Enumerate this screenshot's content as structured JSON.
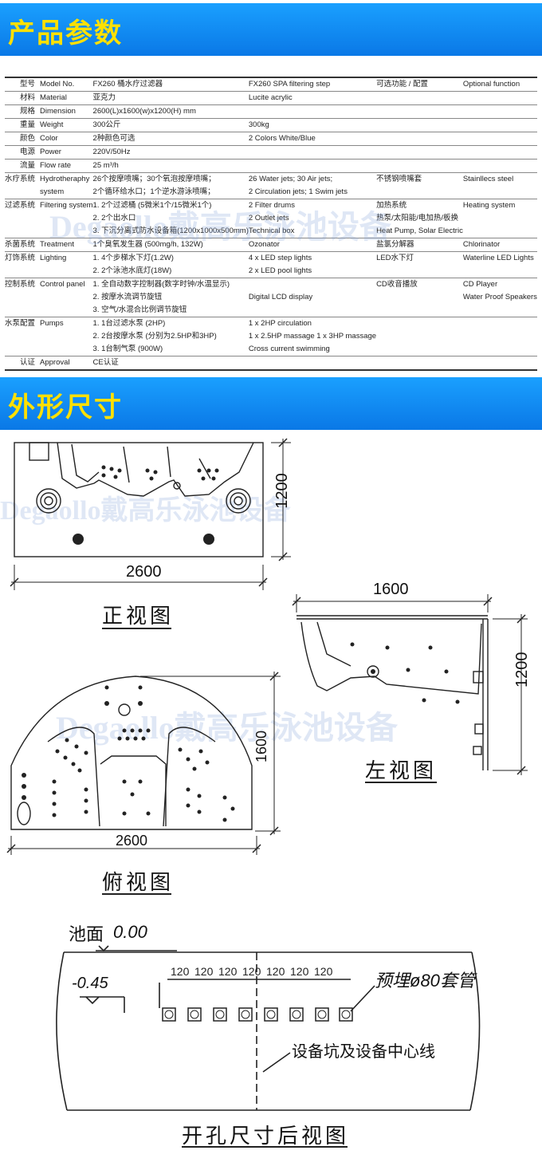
{
  "sections": {
    "params_title": "产品参数",
    "shape_title": "外形尺寸"
  },
  "spec_rows": [
    {
      "cn": "型号",
      "en": "Model No.",
      "val_cn": "FX260 桶水疗过滤器",
      "val_en": "FX260 SPA filtering step",
      "opt_cn": "可选功能 / 配置",
      "opt_en": "Optional function",
      "group_end": true,
      "top": true
    },
    {
      "cn": "材料",
      "en": "Material",
      "val_cn": "亚克力",
      "val_en": "Lucite acrylic",
      "opt_cn": "",
      "opt_en": "",
      "group_end": true
    },
    {
      "cn": "规格",
      "en": "Dimension",
      "val_cn": "2600(L)x1600(w)x1200(H) mm",
      "val_en": "",
      "opt_cn": "",
      "opt_en": "",
      "group_end": true
    },
    {
      "cn": "重量",
      "en": "Weight",
      "val_cn": "300公斤",
      "val_en": "300kg",
      "opt_cn": "",
      "opt_en": "",
      "group_end": true
    },
    {
      "cn": "颜色",
      "en": "Color",
      "val_cn": "2种颜色可选",
      "val_en": "2 Colors  White/Blue",
      "opt_cn": "",
      "opt_en": "",
      "group_end": true
    },
    {
      "cn": "电源",
      "en": "Power",
      "val_cn": "220V/50Hz",
      "val_en": "",
      "opt_cn": "",
      "opt_en": "",
      "group_end": true
    },
    {
      "cn": "流量",
      "en": "Flow rate",
      "val_cn": "25 m³/h",
      "val_en": "",
      "opt_cn": "",
      "opt_en": "",
      "group_end": true
    },
    {
      "cn": "水疗系统",
      "en": "Hydrotheraphy",
      "val_cn": "26个按摩喷嘴；30个氧泡按摩喷嘴；",
      "val_en": "26 Water jets; 30 Air jets;",
      "opt_cn": "不锈钢喷嘴套",
      "opt_en": "Stainllecs steel",
      "group_end": false
    },
    {
      "cn": "",
      "en": "system",
      "val_cn": "2个循环给水口；1个逆水游泳喷嘴；",
      "val_en": "2 Circulation jets; 1 Swim jets",
      "opt_cn": "",
      "opt_en": "",
      "group_end": true
    },
    {
      "cn": "过滤系统",
      "en": "Filtering system",
      "val_cn": "1. 2个过滤桶 (5微米1个/15微米1个)",
      "val_en": "2 Filter drums",
      "opt_cn": "加热系统",
      "opt_en": "Heating system",
      "group_end": false
    },
    {
      "cn": "",
      "en": "",
      "val_cn": "2. 2个出水口",
      "val_en": "2 Outlet jets",
      "opt_cn": "热泵/太阳能/电加热/板换",
      "opt_en": "",
      "group_end": false
    },
    {
      "cn": "",
      "en": "",
      "val_cn": "3. 下沉分离式防水设备箱(1200x1000x500mm)",
      "val_en": "Technical box",
      "opt_cn": "Heat Pump, Solar Electric",
      "opt_en": "",
      "group_end": true
    },
    {
      "cn": "杀菌系统",
      "en": "Treatment",
      "val_cn": "1个臭氧发生器 (500mg/h, 132W)",
      "val_en": "Ozonator",
      "opt_cn": "盐氯分解器",
      "opt_en": "Chlorinator",
      "group_end": true
    },
    {
      "cn": "灯饰系统",
      "en": "Lighting",
      "val_cn": "1. 4个步梯水下灯(1.2W)",
      "val_en": "4 x LED step lights",
      "opt_cn": "LED水下灯",
      "opt_en": "Waterline LED Lights",
      "group_end": false
    },
    {
      "cn": "",
      "en": "",
      "val_cn": "2. 2个泳池水底灯(18W)",
      "val_en": "2 x LED pool lights",
      "opt_cn": "",
      "opt_en": "",
      "group_end": true
    },
    {
      "cn": "控制系统",
      "en": "Control panel",
      "val_cn": "1. 全自动数字控制器(数字时钟/水温显示)",
      "val_en": "",
      "opt_cn": "CD收音播放",
      "opt_en": "CD Player",
      "group_end": false
    },
    {
      "cn": "",
      "en": "",
      "val_cn": "2. 按摩水流调节旋钮",
      "val_en": "Digital LCD display",
      "opt_cn": "",
      "opt_en": "Water Proof Speakers",
      "group_end": false
    },
    {
      "cn": "",
      "en": "",
      "val_cn": "3. 空气/水混合比例调节旋钮",
      "val_en": "",
      "opt_cn": "",
      "opt_en": "",
      "group_end": true
    },
    {
      "cn": "水泵配置",
      "en": "Pumps",
      "val_cn": "1. 1台过滤水泵 (2HP)",
      "val_en": "1 x 2HP circulation",
      "opt_cn": "",
      "opt_en": "",
      "group_end": false
    },
    {
      "cn": "",
      "en": "",
      "val_cn": "2. 2台按摩水泵 (分别为2.5HP和3HP)",
      "val_en": "1 x 2.5HP massage  1 x 3HP massage",
      "opt_cn": "",
      "opt_en": "",
      "group_end": false
    },
    {
      "cn": "",
      "en": "",
      "val_cn": "3. 1台制气泵 (900W)",
      "val_en": "Cross current swimming",
      "opt_cn": "",
      "opt_en": "",
      "group_end": true
    },
    {
      "cn": "认证",
      "en": "Approval",
      "val_cn": "CE认证",
      "val_en": "",
      "opt_cn": "",
      "opt_en": "",
      "group_end": true,
      "last": true
    }
  ],
  "watermark": {
    "text1": "Degaollo戴高乐泳池设备",
    "text2": "Degaollo戴高乐泳池设备",
    "text3": "Degaollo戴高乐泳池设备"
  },
  "front_view": {
    "caption": "正视图",
    "width_label": "2600",
    "height_label": "1200"
  },
  "left_view": {
    "caption": "左视图",
    "width_label": "1600",
    "height_label": "1200"
  },
  "top_view": {
    "caption": "俯视图",
    "width_label": "2600",
    "height_label": "1600"
  },
  "rear_view": {
    "caption": "开孔尺寸后视图",
    "surface_label": "池面",
    "surface_value": "0.00",
    "depth_value": "-0.45",
    "spacings": [
      "120",
      "120",
      "120",
      "120",
      "120",
      "120",
      "120"
    ],
    "pipe_label": "预埋ø80套管",
    "centerline_label": "设备坑及设备中心线"
  },
  "colors": {
    "banner": "#0a8af0",
    "banner_text": "#ffe000"
  }
}
